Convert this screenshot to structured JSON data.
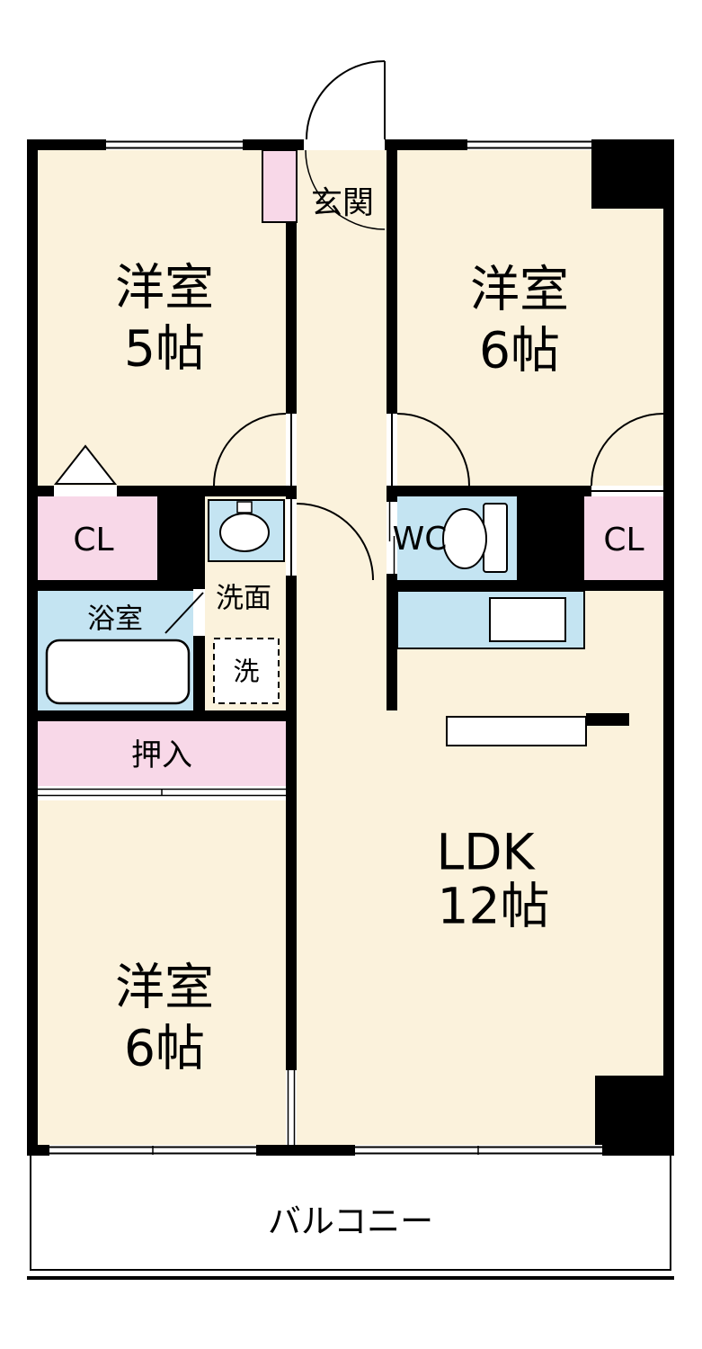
{
  "colors": {
    "room": "#FBF2DC",
    "closet": "#F8D8E8",
    "water": "#C4E4F2",
    "wall": "#000000",
    "bg": "#FFFFFF"
  },
  "plan": {
    "room_tl": {
      "label": "洋室",
      "size": "5帖"
    },
    "room_tr": {
      "label": "洋室",
      "size": "6帖"
    },
    "room_bl": {
      "label": "洋室",
      "size": "6帖"
    },
    "ldk": {
      "label": "LDK",
      "size": "12帖"
    },
    "entrance": {
      "label": "玄関"
    },
    "closet_left": {
      "label": "CL"
    },
    "closet_right": {
      "label": "CL"
    },
    "wc": {
      "label": "WC"
    },
    "washroom": {
      "label": "洗面"
    },
    "washer": {
      "label": "洗"
    },
    "bathroom": {
      "label": "浴室"
    },
    "oshiire": {
      "label": "押入"
    },
    "balcony": {
      "label": "バルコニー"
    }
  }
}
